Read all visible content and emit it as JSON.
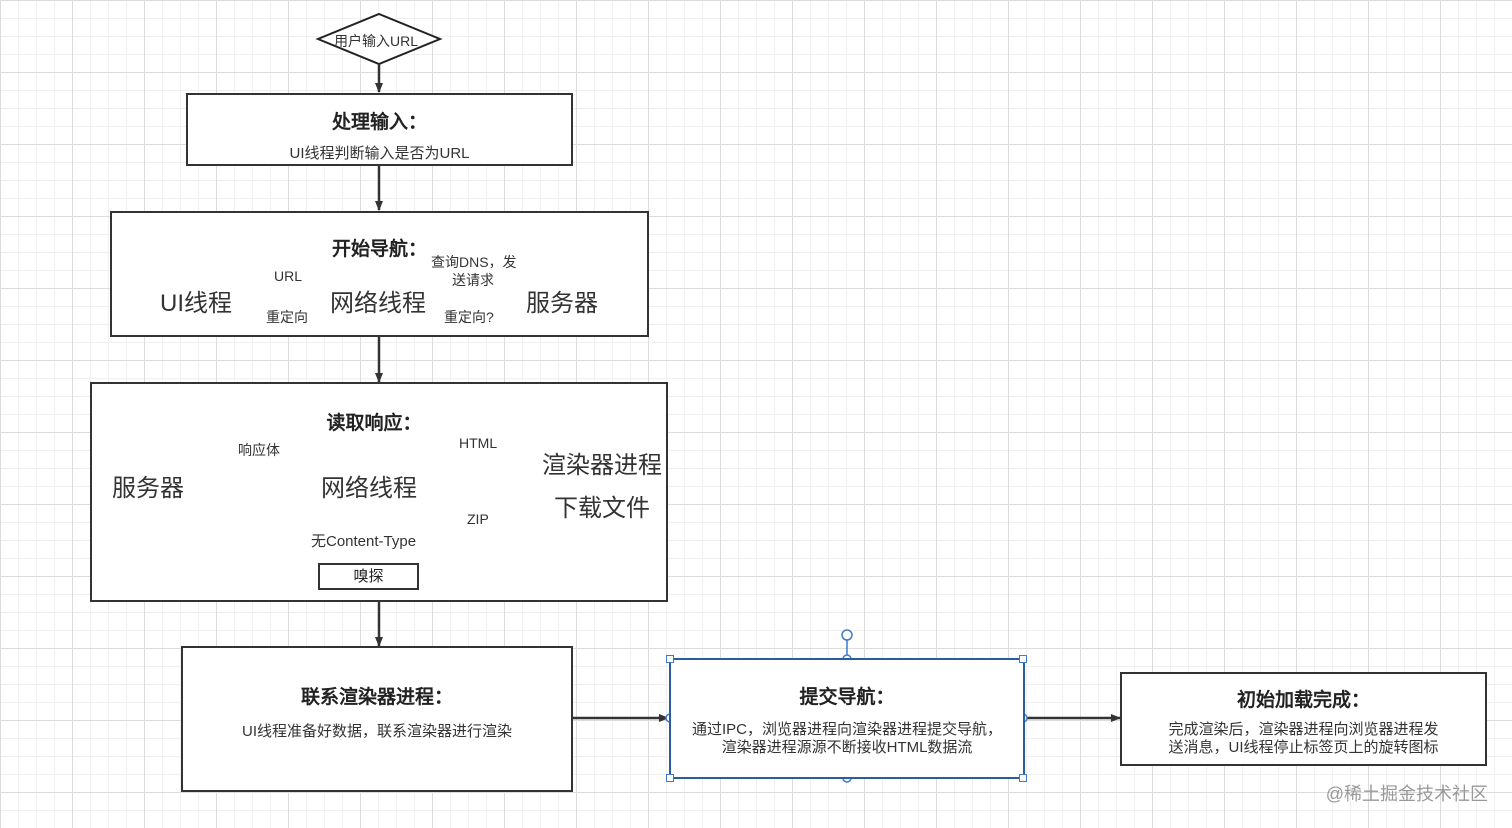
{
  "start": {
    "label": "用户输入URL"
  },
  "step1": {
    "title": "处理输入：",
    "desc": "UI线程判断输入是否为URL"
  },
  "step2": {
    "title": "开始导航：",
    "ui_thread": "UI线程",
    "network_thread": "网络线程",
    "server": "服务器",
    "url_label": "URL",
    "redirect_label": "重定向",
    "dns_label_line1": "查询DNS，发",
    "dns_label_line2": "送请求",
    "redirect_q_label": "重定向?"
  },
  "step3": {
    "title": "读取响应：",
    "server": "服务器",
    "network_thread": "网络线程",
    "response_body_label": "响应体",
    "html_label": "HTML",
    "zip_label": "ZIP",
    "renderer": "渲染器进程",
    "download": "下载文件",
    "no_content_type": "无Content-Type",
    "sniff": "嗅探"
  },
  "step4": {
    "title": "联系渲染器进程：",
    "desc": "UI线程准备好数据，联系渲染器进行渲染"
  },
  "step5": {
    "title": "提交导航：",
    "desc_line1": "通过IPC，浏览器进程向渲染器进程提交导航，",
    "desc_line2": "渲染器进程源源不断接收HTML数据流"
  },
  "step6": {
    "title": "初始加载完成：",
    "desc_line1": "完成渲染后，渲染器进程向浏览器进程发",
    "desc_line2": "送消息，UI线程停止标签页上的旋转图标"
  },
  "watermark": "@稀土掘金技术社区",
  "colors": {
    "stroke": "#333333",
    "selection": "#3c7bd0",
    "grid": "#dcdcdc"
  }
}
